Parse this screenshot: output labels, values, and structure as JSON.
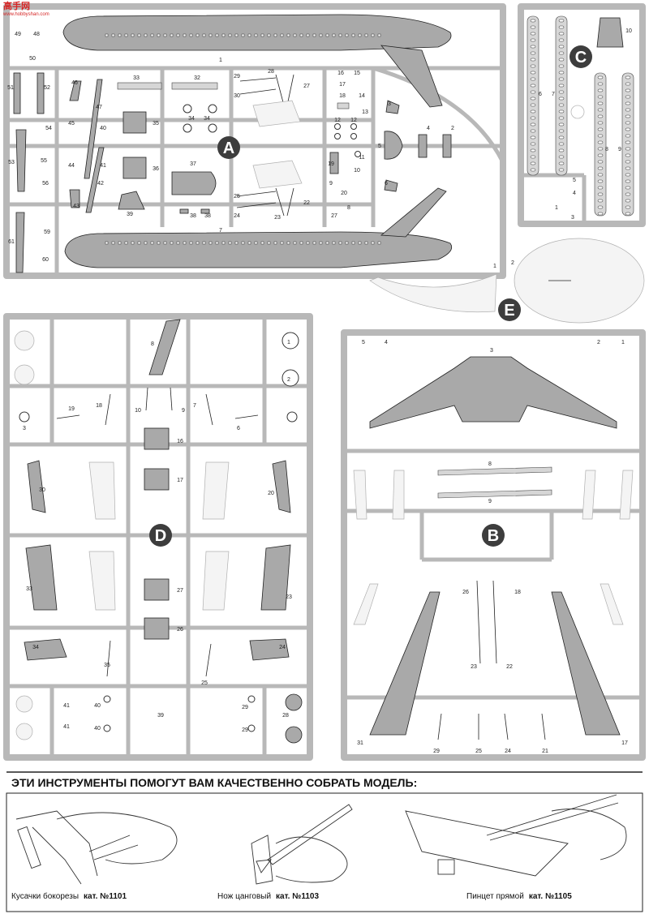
{
  "watermark": {
    "main": "高手网",
    "sub": "www.hobbyshan.com"
  },
  "sprues": {
    "A": {
      "label": "A",
      "numbers": [
        "49",
        "48",
        "50",
        "51",
        "52",
        "53",
        "54",
        "45",
        "40",
        "41",
        "44",
        "42",
        "43",
        "46",
        "47",
        "55",
        "56",
        "59",
        "60",
        "61",
        "33",
        "32",
        "34",
        "34",
        "35",
        "36",
        "37",
        "38",
        "38",
        "39",
        "1",
        "7",
        "28",
        "29",
        "30",
        "27",
        "16",
        "15",
        "17",
        "18",
        "13",
        "14",
        "3",
        "12",
        "12",
        "5",
        "11",
        "10",
        "19",
        "9",
        "20",
        "27",
        "8",
        "25",
        "24",
        "23",
        "22",
        "4",
        "2",
        "6"
      ]
    },
    "C": {
      "label": "C",
      "numbers": [
        "6",
        "7",
        "8",
        "9",
        "10",
        "5",
        "4",
        "1",
        "3"
      ]
    },
    "E": {
      "label": "E",
      "numbers": [
        "1",
        "2"
      ]
    },
    "D": {
      "label": "D",
      "numbers": [
        "8",
        "1",
        "2",
        "3",
        "19",
        "18",
        "10",
        "9",
        "7",
        "6",
        "16",
        "17",
        "30",
        "20",
        "33",
        "23",
        "27",
        "26",
        "34",
        "24",
        "35",
        "25",
        "41",
        "41",
        "40",
        "40",
        "39",
        "29",
        "29",
        "28"
      ]
    },
    "B": {
      "label": "B",
      "numbers": [
        "5",
        "4",
        "3",
        "2",
        "1",
        "8",
        "9",
        "26",
        "18",
        "23",
        "22",
        "31",
        "17",
        "29",
        "25",
        "24",
        "21"
      ]
    }
  },
  "tools": {
    "title": "ЭТИ ИНСТРУМЕНТЫ ПОМОГУТ ВАМ КАЧЕСТВЕННО СОБРАТЬ МОДЕЛЬ:",
    "items": [
      {
        "name": "Кусачки бокорезы",
        "cat": "кат. №1101"
      },
      {
        "name": "Нож цанговый",
        "cat": "кат. №1103"
      },
      {
        "name": "Пинцет прямой",
        "cat": "кат. №1105"
      }
    ]
  }
}
